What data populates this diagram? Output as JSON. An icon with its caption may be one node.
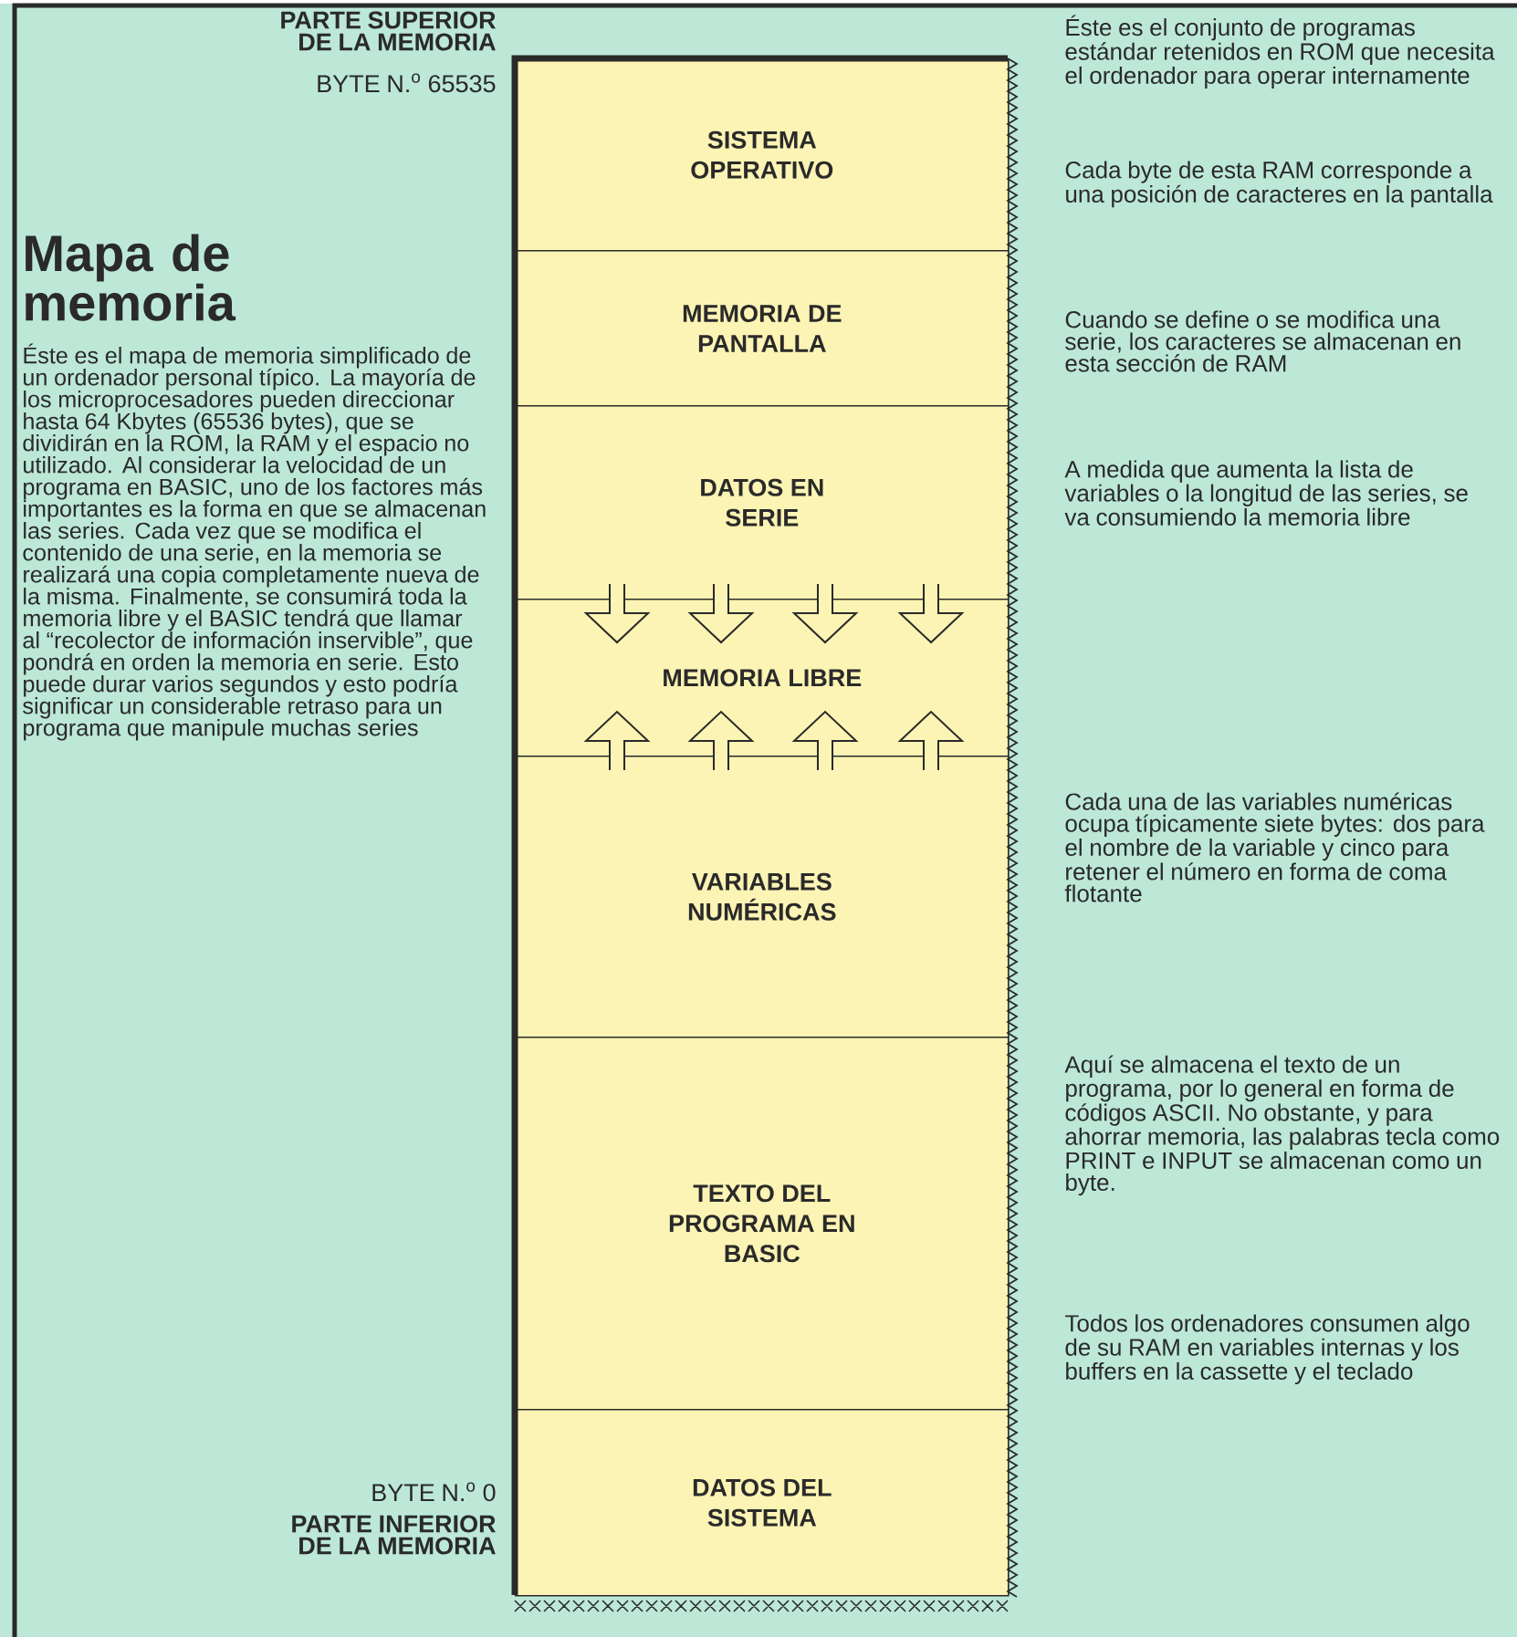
{
  "diagram": {
    "title": "Mapa de memoria",
    "nodes": [
      {
        "text": [
          "SISTEMA OPERATIVO"
        ],
        "beside": [
          "Éste es el conjunto de programas estándar retenidos en ROM que necesita el ordenador para operar internamente"
        ]
      },
      {
        "text": [
          "MEMORIA DE PANTALLA"
        ],
        "beside": [
          "Cada byte de esta RAM corresponde a una posición de caracteres en la pantalla"
        ]
      },
      {
        "text": [
          "DATOS EN SERIE"
        ],
        "beside": [
          "Cuando se define o se modifica una serie, los caracteres se almacenan en esta sección de RAM"
        ]
      },
      {
        "text": [
          "MEMORIA LIBRE"
        ],
        "beside": [
          "A medida que aumenta la lista de variables o la longitud de las series, se va consumiendo la memoria libre"
        ]
      },
      {
        "text": [
          "VARIABLES NUMÉRICAS"
        ],
        "beside": [
          "Cada una de las variables numéricas ocupa típicamente siete bytes: dos para el nombre de la variable y cinco para retener el número en forma de coma flotante"
        ]
      },
      {
        "text": [
          "TEXTO DEL PROGRAMA EN BASIC"
        ],
        "beside": [
          "Aquí se almacena el texto de un programa, por lo general en forma de códigos ASCII. No obstante, y para ahorrar memoria, las palabras tecla como PRINT e INPUT se almacenan como un byte."
        ]
      },
      {
        "text": [
          "DATOS DEL SISTEMA"
        ],
        "beside": [
          "Todos los ordenadores consumen algo de su RAM en variables internas y los buffers en la cassette y el teclado"
        ]
      }
    ],
    "labels": [
      "PARTE SUPERIOR DE LA MEMORIA",
      "BYTE N.$^{o}$ 65535",
      "Éste es el mapa de memoria simplificado de un ordenador personal típico. La mayoría de los microprocesadores pueden direccionar hasta 64 Kbytes (65536 bytes), que se dividirán en la ROM, la RAM y el espacio no utilizado. Al considerar la velocidad de un programa en BASIC, uno de los factores más importantes es la forma en que se almacenan las series. Cada vez que se modifica el contenido de una serie, en la memoria se realizará una copia completamente nueva de la misma. Finalmente, se consumirá toda la memoria libre y el BASIC tendrá que llamar al “recolector de información inservible”, que pondrá en orden la memoria en serie. Esto puede durar varios segundos y esto podría significar un considerable retraso para un programa que manipule muchas series",
      "BYTE N.$^{o}$ 0",
      "PARTE INFERIOR DE LA MEMORIA"
    ]
  }
}
